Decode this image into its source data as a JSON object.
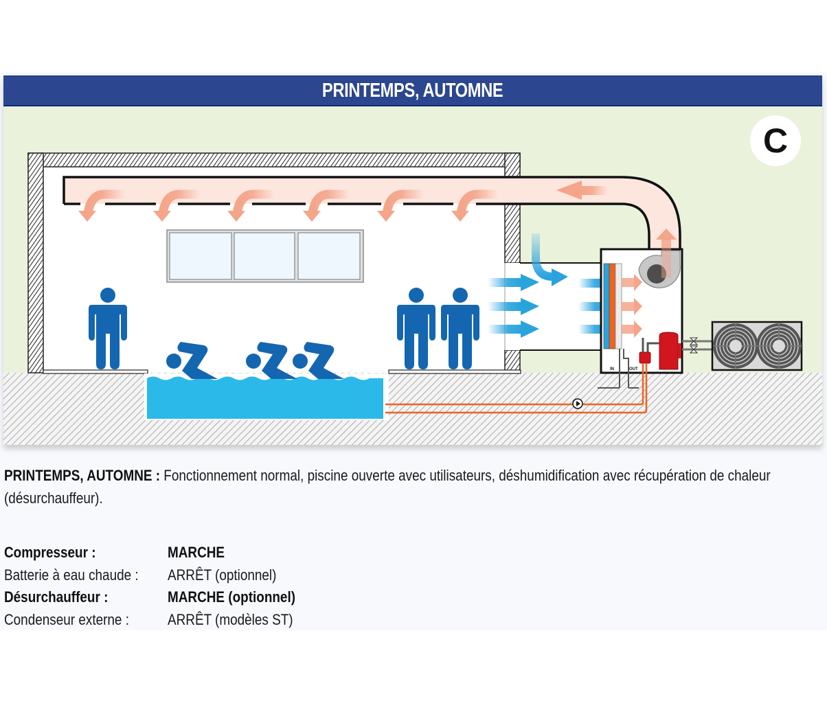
{
  "header": {
    "title": "PRINTEMPS, AUTOMNE"
  },
  "diagram": {
    "mode_badge": "C",
    "labels": {
      "in": "IN",
      "out": "OUT"
    },
    "colors": {
      "title_bar": "#2c4790",
      "diagram_bg": "#eaf2dc",
      "warm_air": "#f4a58a",
      "cool_air": "#29a3dc",
      "people": "#1466b0",
      "pool_water": "#2bb9ea",
      "hot_water_pipe": "#ee6320",
      "compressor": "#d2161e"
    },
    "elements": [
      "building-wall",
      "supply-air-duct",
      "window",
      "standing-person",
      "swimmers",
      "pool",
      "dehumidifier-unit",
      "fan",
      "cold-coil",
      "hot-coil",
      "compressor",
      "desuperheater",
      "circulation-pump",
      "external-condenser"
    ]
  },
  "description": {
    "title": "PRINTEMPS, AUTOMNE :",
    "text": " Fonctionnement normal, piscine ouverte avec utilisateurs, déshumidification avec récupération de chaleur (désurchauffeur)."
  },
  "status": [
    {
      "label": "Compresseur :",
      "value": "MARCHE",
      "bold": true
    },
    {
      "label": "Batterie à eau chaude :",
      "value": "ARRÊT (optionnel)",
      "bold": false
    },
    {
      "label": "Désurchauffeur :",
      "value": "MARCHE (optionnel)",
      "bold": true
    },
    {
      "label": "Condenseur externe :",
      "value": "ARRÊT (modèles ST)",
      "bold": false
    }
  ]
}
